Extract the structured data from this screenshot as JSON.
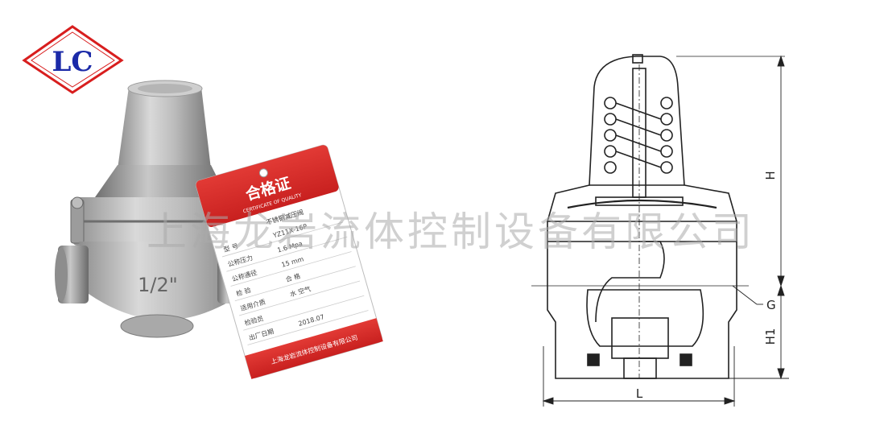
{
  "logo": {
    "text": "LC",
    "border_color": "#d81e1e",
    "letter_color": "#1b2aa8"
  },
  "tag": {
    "title": "合格证",
    "subtitle": "CERTIFICATE OF QUALITY",
    "product": "不锈钢减压阀",
    "rows": [
      {
        "label": "型 号",
        "value": "YZ11X-16P"
      },
      {
        "label": "公称压力",
        "value": "1.6 Mpa"
      },
      {
        "label": "公称通径",
        "value": "15 mm"
      },
      {
        "label": "检 验",
        "value": "合 格"
      },
      {
        "label": "适用介质",
        "value": "水 空气"
      },
      {
        "label": "检验员",
        "value": ""
      },
      {
        "label": "出厂日期",
        "value": "2018.07"
      }
    ],
    "company": "上海龙岩流体控制设备有限公司",
    "accent": "#d8262b"
  },
  "valve": {
    "size_mark": "1/2\""
  },
  "drawing": {
    "dimension_labels": {
      "H": "H",
      "H1": "H1",
      "G": "G",
      "L": "L"
    }
  },
  "watermark": "上海龙岩流体控制设备有限公司"
}
